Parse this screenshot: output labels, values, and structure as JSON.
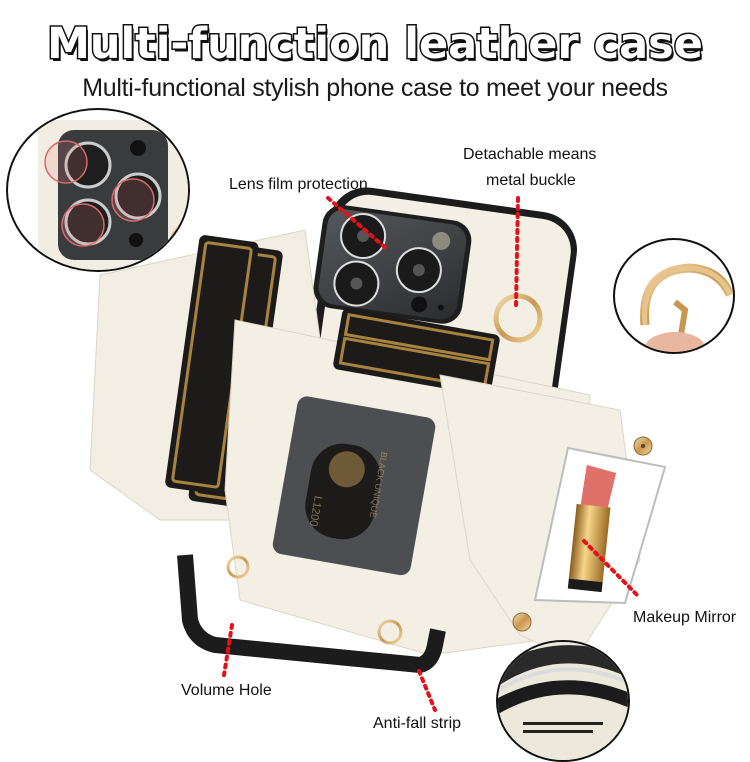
{
  "header": {
    "title": "Multi-function leather case",
    "subtitle": "Multi-functional stylish phone case to meet your needs"
  },
  "callouts": {
    "lens_film": "Lens film protection",
    "buckle_line1": "Detachable means",
    "buckle_line2": "metal buckle",
    "makeup_mirror": "Makeup Mirror",
    "volume_hole": "Volume Hole",
    "anti_fall": "Anti-fall strip"
  },
  "card_window": {
    "card_text_1": "BLACK UNIQUE",
    "card_text_2": "L1200"
  },
  "colors": {
    "leather": "#f1ede2",
    "camera_module": "#3a3b3d",
    "gold_hardware": "#d9b47a",
    "callout_line": "#e4101a",
    "card_black": "#1b1a18",
    "card_gold": "#a8823f",
    "lipstick": "#e0716a"
  }
}
